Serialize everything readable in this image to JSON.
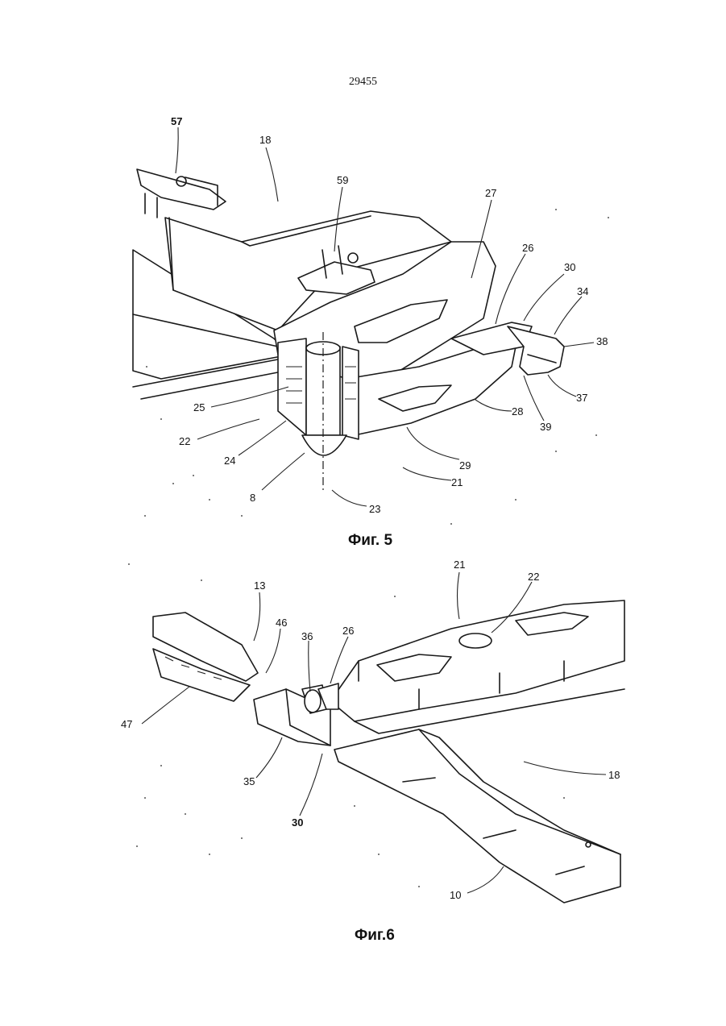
{
  "page_number": "29455",
  "figures": [
    {
      "caption": "Фиг. 5",
      "labels": [
        "57",
        "18",
        "59",
        "27",
        "26",
        "30",
        "34",
        "38",
        "37",
        "39",
        "28",
        "29",
        "21",
        "23",
        "8",
        "24",
        "22",
        "25"
      ]
    },
    {
      "caption": "Фиг.6",
      "labels": [
        "21",
        "22",
        "13",
        "46",
        "36",
        "26",
        "47",
        "35",
        "30",
        "18",
        "10"
      ]
    }
  ]
}
